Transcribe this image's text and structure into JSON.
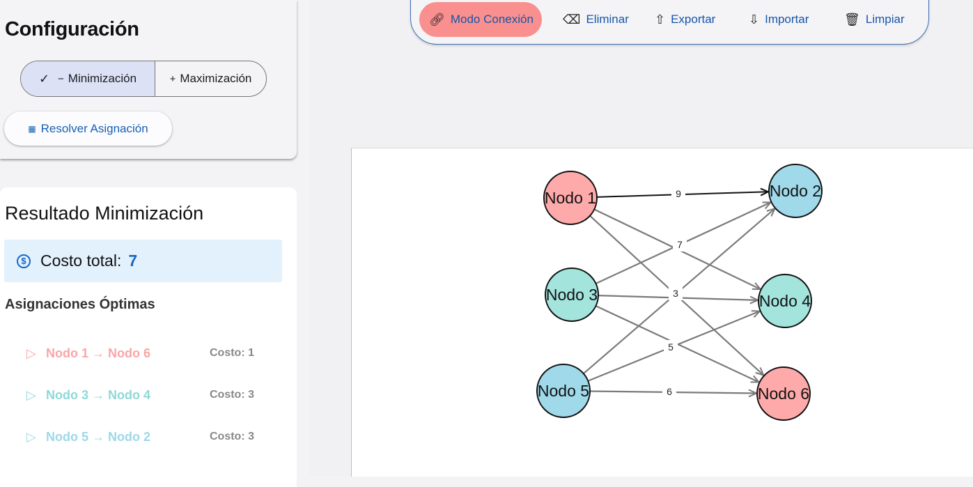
{
  "config": {
    "title": "Configuración",
    "mode_toggle": {
      "minimization_label": "Minimización",
      "maximization_label": "Maximización",
      "selected": "minimization"
    },
    "resolve_button_label": "Resolver Asignación"
  },
  "result": {
    "title": "Resultado Minimización",
    "total_cost_label": "Costo total:",
    "total_cost_value": "7",
    "assignments_title": "Asignaciones Óptimas",
    "assignments": [
      {
        "text": "Nodo 1 → Nodo 6",
        "cost_label": "Costo: 1",
        "color": "#f9a5a7"
      },
      {
        "text": "Nodo 3 → Nodo 4",
        "cost_label": "Costo: 3",
        "color": "#8fd8d8"
      },
      {
        "text": "Nodo 5 → Nodo 2",
        "cost_label": "Costo: 3",
        "color": "#9dd8e8"
      }
    ]
  },
  "toolbar": {
    "connect_mode_label": "Modo Conexión",
    "delete_label": "Eliminar",
    "export_label": "Exportar",
    "import_label": "Importar",
    "clear_label": "Limpiar"
  },
  "graph": {
    "nodes": [
      {
        "id": "n1",
        "label": "Nodo 1",
        "color": "#ffaaaa"
      },
      {
        "id": "n2",
        "label": "Nodo 2",
        "color": "#a0d9ea"
      },
      {
        "id": "n3",
        "label": "Nodo 3",
        "color": "#a3e4dd"
      },
      {
        "id": "n4",
        "label": "Nodo 4",
        "color": "#a3e4dd"
      },
      {
        "id": "n5",
        "label": "Nodo 5",
        "color": "#a0d9ea"
      },
      {
        "id": "n6",
        "label": "Nodo 6",
        "color": "#ffaaaa"
      }
    ],
    "edges": [
      {
        "from": "n1",
        "to": "n2",
        "highlight": true
      },
      {
        "from": "n1",
        "to": "n4",
        "highlight": false
      },
      {
        "from": "n1",
        "to": "n6",
        "highlight": false
      },
      {
        "from": "n3",
        "to": "n2",
        "highlight": false
      },
      {
        "from": "n3",
        "to": "n4",
        "highlight": false
      },
      {
        "from": "n3",
        "to": "n6",
        "highlight": false
      },
      {
        "from": "n5",
        "to": "n2",
        "highlight": false
      },
      {
        "from": "n5",
        "to": "n4",
        "highlight": false
      },
      {
        "from": "n5",
        "to": "n6",
        "highlight": false
      }
    ],
    "edge_labels": [
      "9",
      "7",
      "3",
      "5",
      "6"
    ]
  },
  "icons": {
    "check": "check-icon",
    "calculator": "calculator-icon",
    "dollar": "dollar-circle-icon",
    "play": "play-outline-icon",
    "link": "link-icon",
    "eraser": "eraser-icon",
    "export": "export-icon",
    "import": "import-icon",
    "trash": "trash-icon"
  }
}
